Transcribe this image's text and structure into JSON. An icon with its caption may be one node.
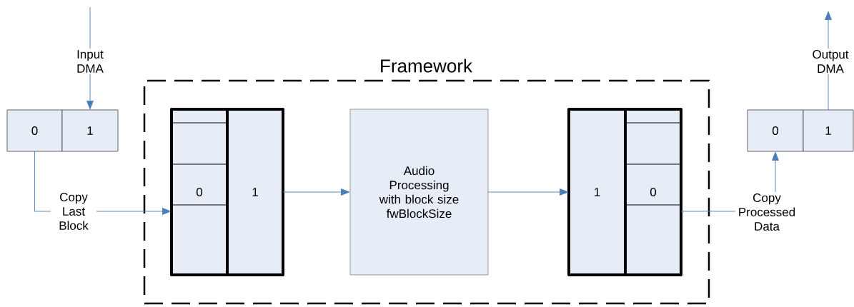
{
  "diagram": {
    "nodes": [
      {
        "text": [
          "Framework"
        ]
      },
      {
        "text": [
          "0"
        ]
      },
      {
        "text": [
          "1"
        ]
      },
      {
        "text": [
          "0"
        ],
        "in": 0
      },
      {
        "text": [
          "1"
        ],
        "in": 0
      },
      {
        "text": [
          "Audio Processing with block size fwBlockSize"
        ],
        "in": 0
      },
      {
        "text": [
          "1"
        ],
        "in": 0
      },
      {
        "text": [
          "0"
        ],
        "in": 0
      },
      {
        "text": [
          "0"
        ]
      },
      {
        "text": [
          "1"
        ]
      }
    ],
    "edges": [
      {
        "from": null,
        "to": 2,
        "arrow": "to",
        "label": "Input DMA"
      },
      {
        "from": 1,
        "to": 3,
        "arrow": "to",
        "label": "Copy Last Block"
      },
      {
        "from": 4,
        "to": 5,
        "arrow": "to"
      },
      {
        "from": 5,
        "to": 6,
        "arrow": "to"
      },
      {
        "from": 7,
        "to": 8,
        "arrow": "to",
        "label": "Copy Processed Data"
      },
      {
        "from": 9,
        "to": null,
        "arrow": "to",
        "label": "Output DMA"
      }
    ]
  }
}
